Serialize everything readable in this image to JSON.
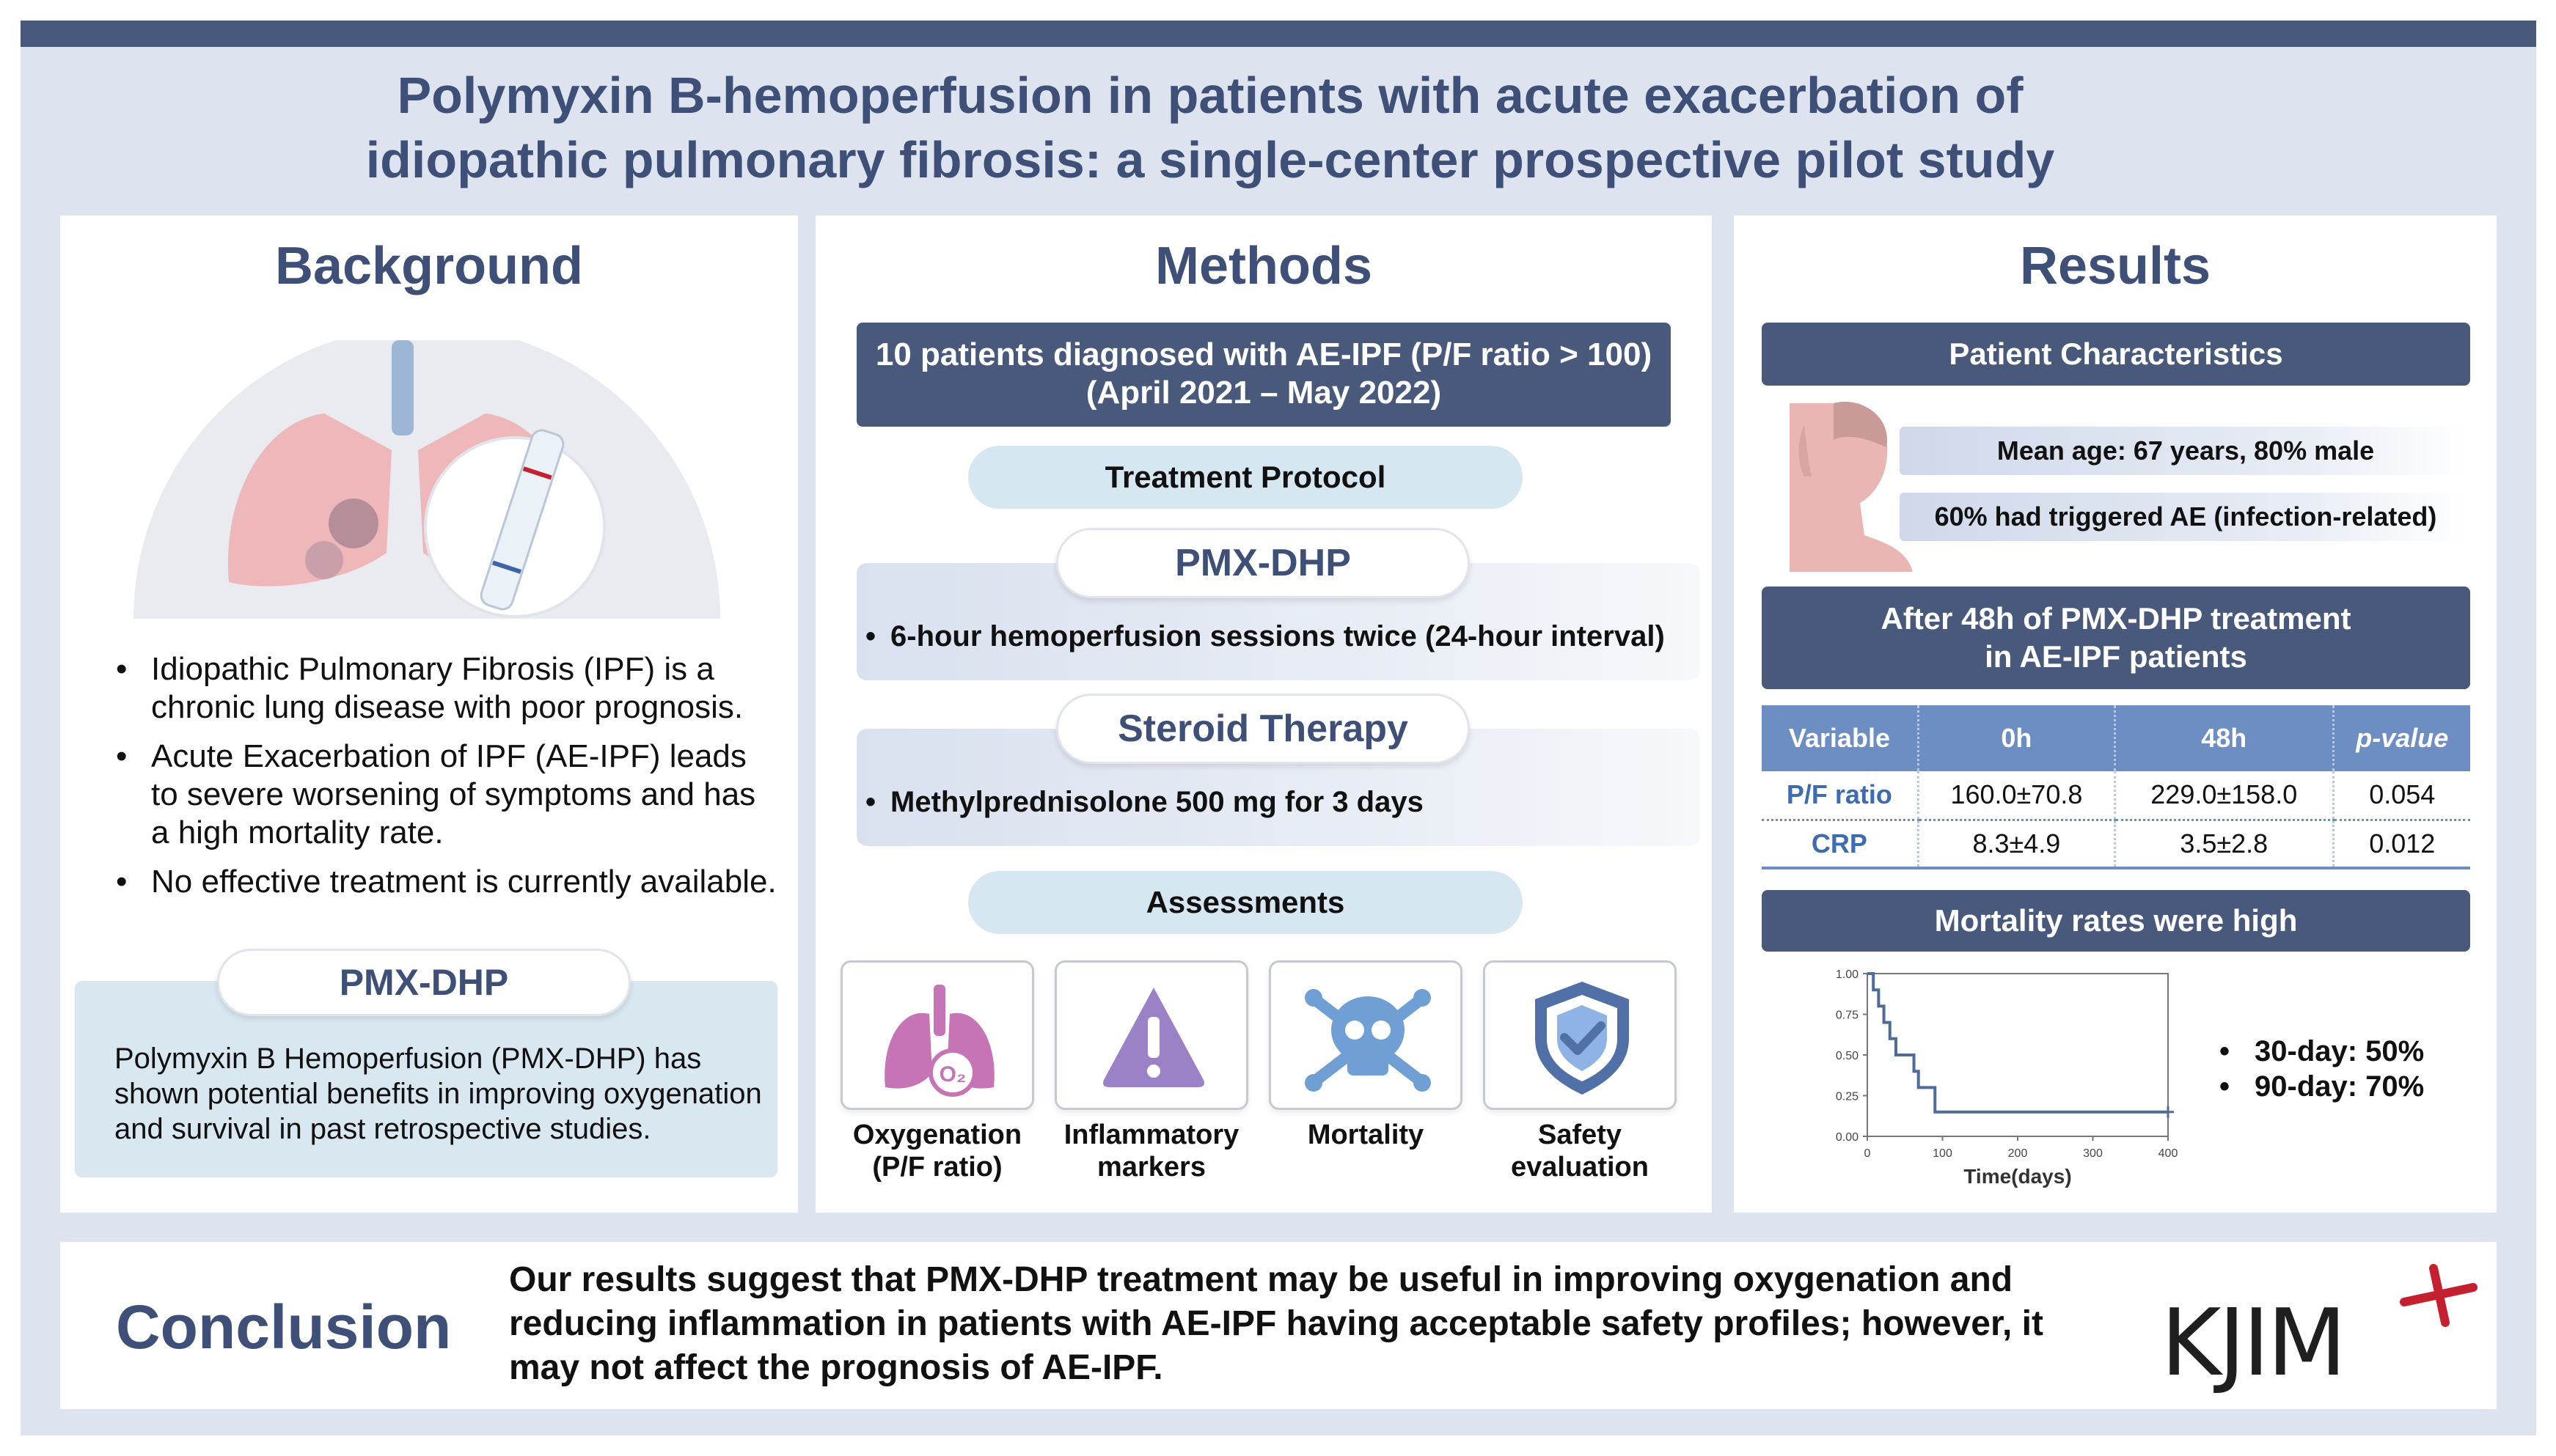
{
  "title": {
    "line1": "Polymyxin B-hemoperfusion in patients with acute exacerbation of",
    "line2": "idiopathic pulmonary fibrosis: a single-center prospective pilot study"
  },
  "background": {
    "heading": "Background",
    "bullets": [
      {
        "l1": "Idiopathic Pulmonary Fibrosis (IPF) is a",
        "l2": "chronic lung disease with poor prognosis.",
        "l3": ""
      },
      {
        "l1": "Acute Exacerbation of IPF (AE-IPF) leads",
        "l2": "to severe worsening of symptoms and has",
        "l3": "a high mortality rate."
      },
      {
        "l1": "No effective treatment is currently available.",
        "l2": "",
        "l3": ""
      }
    ],
    "pmx_label": "PMX-DHP",
    "pmx_text": [
      "Polymyxin B Hemoperfusion (PMX-DHP) has",
      "shown potential benefits in improving oxygenation",
      "and survival in past retrospective studies."
    ]
  },
  "methods": {
    "heading": "Methods",
    "patients": {
      "l1": "10 patients diagnosed with AE-IPF (P/F ratio > 100)",
      "l2": "(April 2021 – May 2022)"
    },
    "protocol_label": "Treatment Protocol",
    "pmx_label": "PMX-DHP",
    "pmx_detail": "6-hour hemoperfusion sessions twice (24-hour interval)",
    "steroid_label": "Steroid Therapy",
    "steroid_detail": "Methylprednisolone 500 mg for 3 days",
    "assess_label": "Assessments",
    "assessments": [
      {
        "l1": "Oxygenation",
        "l2": "(P/F ratio)",
        "icon": "lungs-o2-icon",
        "color": "#c774b6"
      },
      {
        "l1": "Inflammatory",
        "l2": "markers",
        "icon": "warning-icon",
        "color": "#9b82c6"
      },
      {
        "l1": "Mortality",
        "l2": "",
        "icon": "skull-crossbones-icon",
        "color": "#6f9fd4"
      },
      {
        "l1": "Safety",
        "l2": "evaluation",
        "icon": "shield-check-icon",
        "color": "#5170a8"
      }
    ],
    "o2_glyph": "O₂"
  },
  "results": {
    "heading": "Results",
    "char_label": "Patient Characteristics",
    "char_items": [
      "Mean age: 67 years, 80% male",
      "60% had triggered AE (infection-related)"
    ],
    "after_label": {
      "l1": "After 48h of PMX-DHP treatment",
      "l2": "in AE-IPF patients"
    },
    "table": {
      "headers": [
        "Variable",
        "0h",
        "48h",
        "p-value"
      ],
      "rows": [
        [
          "P/F ratio",
          "160.0±70.8",
          "229.0±158.0",
          "0.054"
        ],
        [
          "CRP",
          "8.3±4.9",
          "3.5±2.8",
          "0.012"
        ]
      ]
    },
    "mortality_label": "Mortality rates were high",
    "mortality_items": [
      "30-day: 50%",
      "90-day: 70%"
    ]
  },
  "chart_data": {
    "type": "line",
    "title": "",
    "xlabel": "Time(days)",
    "ylabel": "",
    "xlim": [
      0,
      400
    ],
    "ylim": [
      0,
      1
    ],
    "xticks": [
      "0",
      "100",
      "200",
      "300",
      "400"
    ],
    "yticks": [
      "0.00",
      "0.25",
      "0.50",
      "0.75",
      "1.00"
    ],
    "step": true,
    "series": [
      {
        "values": [
          [
            0,
            1.0
          ],
          [
            8,
            1.0
          ],
          [
            8,
            0.9
          ],
          [
            15,
            0.9
          ],
          [
            15,
            0.8
          ],
          [
            22,
            0.8
          ],
          [
            22,
            0.7
          ],
          [
            30,
            0.7
          ],
          [
            30,
            0.6
          ],
          [
            38,
            0.6
          ],
          [
            38,
            0.5
          ],
          [
            62,
            0.5
          ],
          [
            62,
            0.4
          ],
          [
            68,
            0.4
          ],
          [
            68,
            0.3
          ],
          [
            90,
            0.3
          ],
          [
            90,
            0.15
          ],
          [
            400,
            0.15
          ]
        ]
      }
    ],
    "color": "#4f6b9a",
    "end_marker": [
      400,
      0.15
    ]
  },
  "conclusion": {
    "label": "Conclusion",
    "lines": [
      "Our results suggest that PMX-DHP treatment may be useful in improving oxygenation and",
      "reducing inflammation in patients with AE-IPF having acceptable safety profiles; however, it",
      "may not affect the prognosis of AE-IPF."
    ],
    "logo_text": "KJIM"
  },
  "colors": {
    "navy": "#48597c",
    "title": "#3f5078",
    "accent_red": "#c42030"
  }
}
